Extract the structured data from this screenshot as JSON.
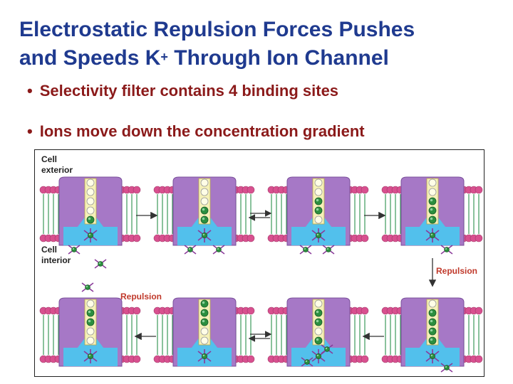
{
  "title": {
    "line1": "Electrostatic Repulsion Forces Pushes",
    "line2_pre": "and Speeds K",
    "line2_sup": "+",
    "line2_post": " Through Ion Channel"
  },
  "bullets": [
    "Selectivity filter contains 4 binding sites",
    "Ions move down the concentration gradient"
  ],
  "bullet_char": "•",
  "figure": {
    "label_exterior_1": "Cell",
    "label_exterior_2": "exterior",
    "label_interior_1": "Cell",
    "label_interior_2": "interior",
    "repulsion_right": "Repulsion",
    "repulsion_left": "Repulsion",
    "colors": {
      "title": "#1f3a8f",
      "bullets": "#8b1a1a",
      "membrane_head": "#d8508f",
      "membrane_tail": "#3c9a5a",
      "channel": "#a678c6",
      "water": "#52c0ec",
      "filter": "#f5f0b8",
      "ion": "#2b8f3f",
      "repulsion": "#c0392b"
    },
    "top_row_sites": [
      [
        0,
        0,
        0,
        0,
        1
      ],
      [
        0,
        0,
        0,
        1,
        1
      ],
      [
        0,
        0,
        1,
        1,
        0
      ],
      [
        0,
        0,
        1,
        1,
        1
      ]
    ],
    "bottom_row_sites": [
      [
        0,
        1,
        1,
        0,
        0
      ],
      [
        1,
        1,
        1,
        0,
        0
      ],
      [
        0,
        1,
        1,
        0,
        1
      ],
      [
        0,
        1,
        1,
        1,
        1
      ]
    ]
  }
}
